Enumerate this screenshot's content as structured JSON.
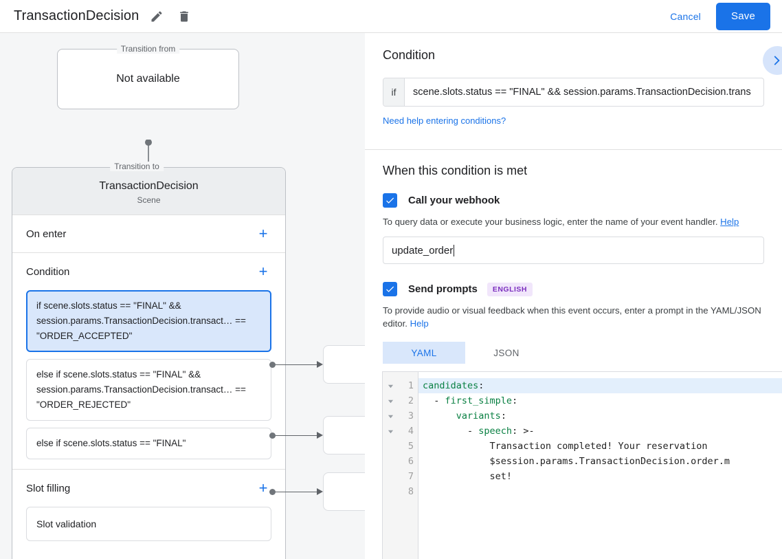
{
  "header": {
    "title": "TransactionDecision",
    "edit_icon": "pencil-icon",
    "delete_icon": "trash-icon",
    "cancel_label": "Cancel",
    "save_label": "Save",
    "accent_color": "#1a73e8"
  },
  "canvas": {
    "transition_from": {
      "legend": "Transition from",
      "value": "Not available"
    },
    "transition_to": {
      "legend": "Transition to",
      "title": "TransactionDecision",
      "subtitle": "Scene"
    },
    "sections": [
      {
        "title": "On enter",
        "add_label": "+"
      },
      {
        "title": "Condition",
        "add_label": "+"
      },
      {
        "title": "Slot filling",
        "add_label": "+"
      }
    ],
    "conditions": [
      {
        "text": "if scene.slots.status == \"FINAL\" && session.params.TransactionDecision.transact… == \"ORDER_ACCEPTED\"",
        "selected": true
      },
      {
        "text": "else if scene.slots.status == \"FINAL\" && session.params.TransactionDecision.transact… == \"ORDER_REJECTED\"",
        "selected": false
      },
      {
        "text": "else if scene.slots.status == \"FINAL\"",
        "selected": false
      }
    ],
    "slot_filling_items": [
      {
        "text": "Slot validation"
      }
    ]
  },
  "right_panel": {
    "condition": {
      "heading": "Condition",
      "if_label": "if",
      "value": "scene.slots.status == \"FINAL\" && session.params.TransactionDecision.trans",
      "help_link": "Need help entering conditions?",
      "expand_icon": "chevron-right-icon"
    },
    "when_met": {
      "heading": "When this condition is met",
      "webhook": {
        "checked": true,
        "label": "Call your webhook",
        "help_prefix": "To query data or execute your business logic, enter the name of your event handler. ",
        "help_link": "Help",
        "input_value": "update_order"
      },
      "prompts": {
        "checked": true,
        "label": "Send prompts",
        "language_badge": "ENGLISH",
        "help_prefix": "To provide audio or visual feedback when this event occurs, enter a prompt in the YAML/JSON editor. ",
        "help_link": "Help",
        "tabs": [
          {
            "label": "YAML",
            "active": true
          },
          {
            "label": "JSON",
            "active": false
          }
        ]
      }
    },
    "editor": {
      "language": "yaml",
      "active_line": 1,
      "line_numbers": [
        "1",
        "2",
        "3",
        "4",
        "5",
        "6",
        "7",
        "8"
      ],
      "fold_arrow_lines": [
        1,
        2,
        3,
        4
      ],
      "lines": [
        {
          "n": 1,
          "indent": "",
          "key": "candidates",
          "punc": ":",
          "rest": ""
        },
        {
          "n": 2,
          "indent": "  - ",
          "key": "first_simple",
          "punc": ":",
          "rest": ""
        },
        {
          "n": 3,
          "indent": "      ",
          "key": "variants",
          "punc": ":",
          "rest": ""
        },
        {
          "n": 4,
          "indent": "        - ",
          "key": "speech",
          "punc": ":",
          "rest": " >-"
        },
        {
          "n": 5,
          "indent": "            ",
          "key": "",
          "punc": "",
          "rest": "Transaction completed! Your reservation"
        },
        {
          "n": 6,
          "indent": "            ",
          "key": "",
          "punc": "",
          "rest": "$session.params.TransactionDecision.order.m"
        },
        {
          "n": 7,
          "indent": "            ",
          "key": "",
          "punc": "",
          "rest": "set!"
        },
        {
          "n": 8,
          "indent": "",
          "key": "",
          "punc": "",
          "rest": ""
        }
      ]
    }
  }
}
